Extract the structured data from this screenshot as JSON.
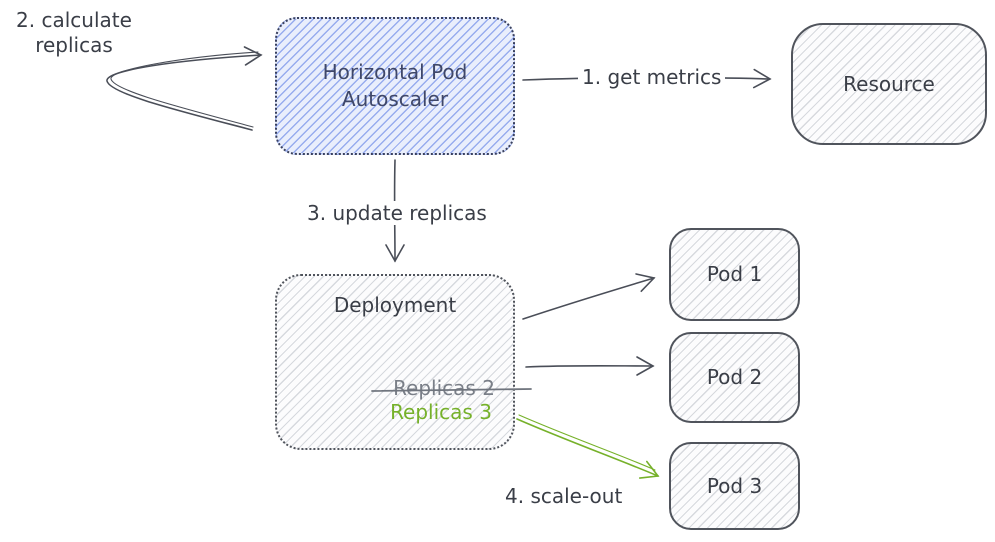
{
  "colors": {
    "stroke": "#4a4e58",
    "text": "#3a3e47",
    "hpa_border": "#39405e",
    "hpa_text": "#3f4769",
    "hpa_fill": "#e9eefc",
    "hpa_hatch": "rgba(130,155,235,0.8)",
    "gray_fill": "#fcfcfd",
    "gray_hatch": "rgba(154,160,170,0.38)",
    "box_border": "#50545c",
    "gray_text": "#7a7f88",
    "green": "#76b12a",
    "strike": "#70757e"
  },
  "nodes": {
    "hpa": {
      "label": "Horizontal Pod\nAutoscaler"
    },
    "resource": {
      "label": "Resource"
    },
    "deployment": {
      "label": "Deployment",
      "replicas_old": "Replicas 2",
      "replicas_new": "Replicas 3"
    },
    "pod1": {
      "label": "Pod 1"
    },
    "pod2": {
      "label": "Pod 2"
    },
    "pod3": {
      "label": "Pod 3"
    }
  },
  "edges": {
    "get_metrics": {
      "label": "1. get metrics"
    },
    "calculate_replicas": {
      "label": "2. calculate\nreplicas"
    },
    "update_replicas": {
      "label": "3. update replicas"
    },
    "scale_out": {
      "label": "4. scale-out"
    }
  }
}
